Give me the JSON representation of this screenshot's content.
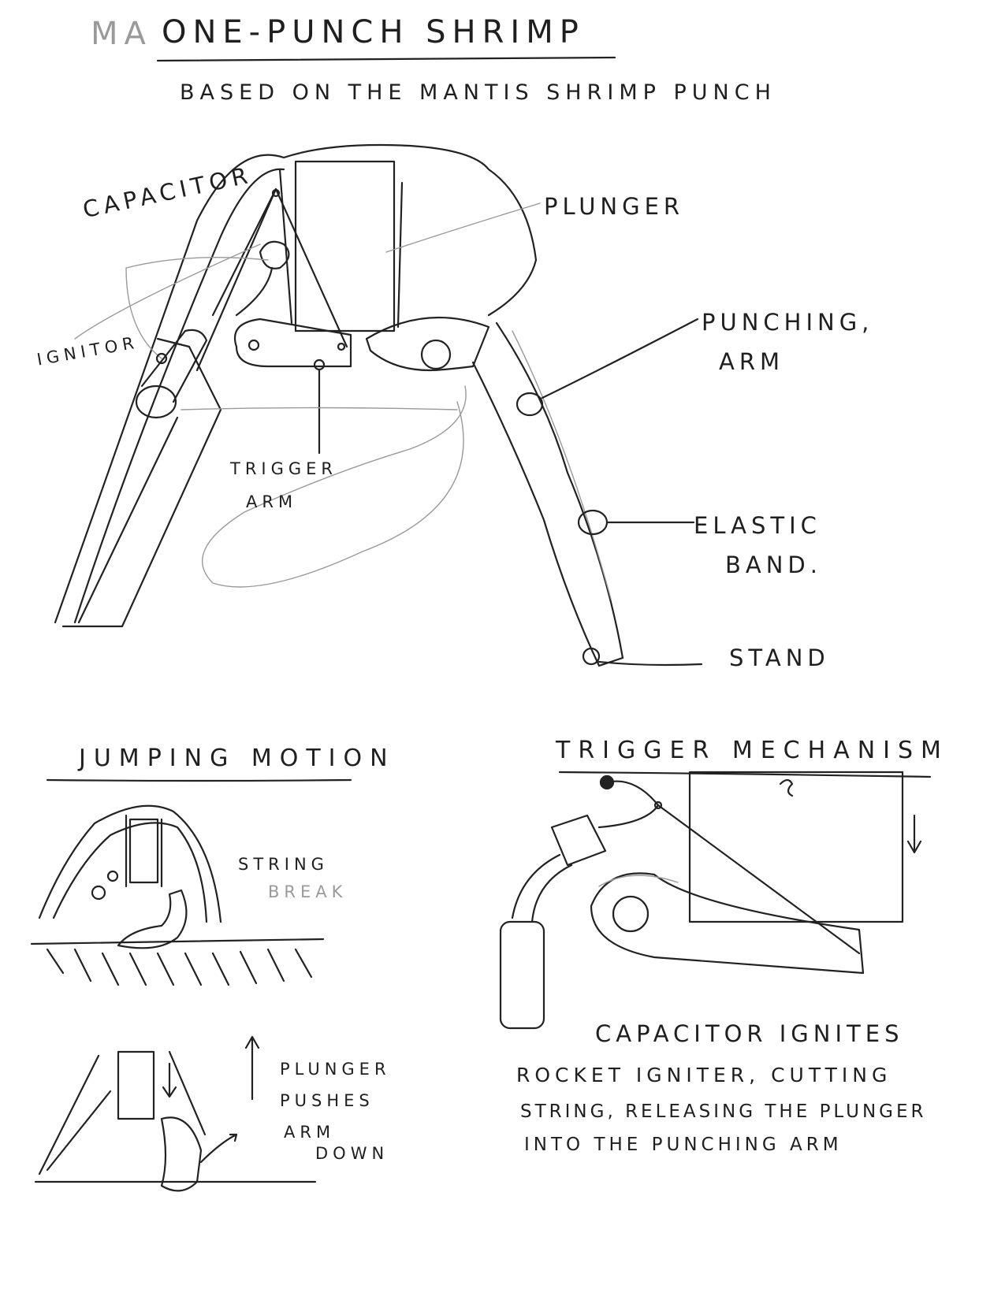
{
  "title": {
    "prefix": "Ma",
    "text": "One-Punch Shrimp"
  },
  "subtitle": "Based on the Mantis Shrimp Punch",
  "main_diagram": {
    "labels": {
      "capacitor": "Capacitor",
      "plunger": "Plunger",
      "ignitor": "Ignitor",
      "punching_arm": [
        "Punching,",
        "Arm"
      ],
      "trigger_arm": [
        "Trigger",
        "Arm"
      ],
      "elastic_band": [
        "Elastic",
        "Band."
      ],
      "stand": "Stand"
    }
  },
  "jumping_motion": {
    "heading": "Jumping Motion",
    "string_break": [
      "String",
      "Break"
    ],
    "plunger_note": [
      "Plunger",
      "Pushes",
      "Arm",
      "Down"
    ]
  },
  "trigger_mechanism": {
    "heading": "Trigger Mechanism",
    "caption": [
      "Capacitor Ignites",
      "Rocket Igniter, Cutting",
      "String, Releasing the Plunger",
      "Into the Punching Arm"
    ]
  },
  "colors": {
    "ink": "#222222",
    "pencil": "#9a9a9a",
    "paper": "#ffffff"
  }
}
